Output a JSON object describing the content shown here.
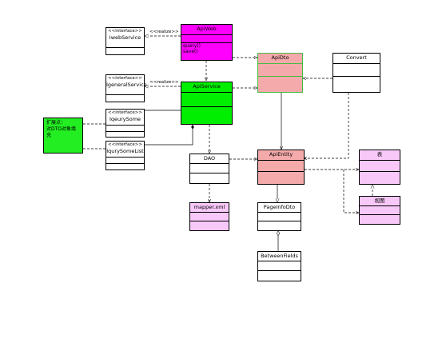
{
  "colors": {
    "magenta": "#ff00ff",
    "green": "#00ee00",
    "salmon": "#f4aaaa",
    "pink": "#f8c8f8",
    "note_green": "#22ee22"
  },
  "stereotype": "<<interface>>",
  "realize_label": "<<realize>>",
  "classes": {
    "iweb_service": "IwebService",
    "igeneral_service": "IgeneralService",
    "iquery_some": "IqeurySome",
    "iquery_some_list": "IqurySomeList",
    "api_web": "ApiWeb",
    "api_web_op1": "query()",
    "api_web_op2": "save()",
    "api_service": "ApiService",
    "api_dto": "ApiDto",
    "convert": "Convert",
    "dao": "DAO",
    "api_entity": "ApiEntity",
    "table": "表",
    "view": "视图",
    "mapper": "mapper.xml",
    "page_info_dto": "PageInfoDto",
    "between_fields": "BetweenFields"
  },
  "note": {
    "line1": "扩展点：",
    "line2": "对DTO对象填充"
  }
}
